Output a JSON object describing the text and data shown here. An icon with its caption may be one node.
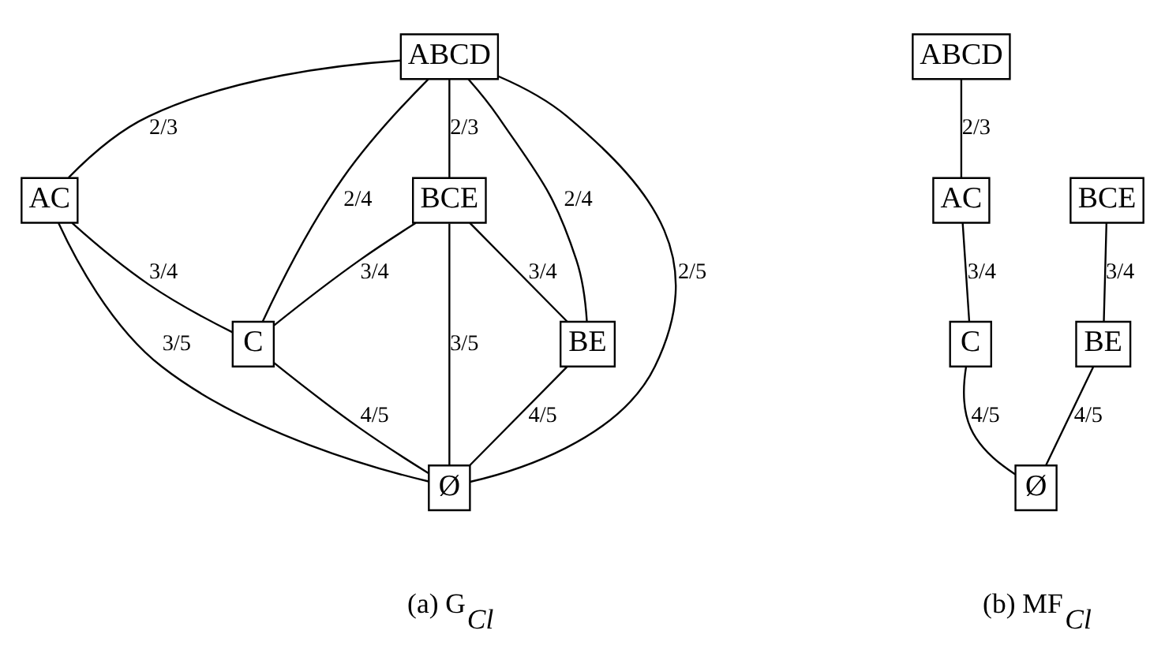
{
  "diagram": {
    "nodes": [
      {
        "text": [
          "ABCD"
        ]
      },
      {
        "text": [
          "AC"
        ]
      },
      {
        "text": [
          "BCE"
        ]
      },
      {
        "text": [
          "C"
        ]
      },
      {
        "text": [
          "BE"
        ]
      },
      {
        "text": [
          "Ø"
        ]
      },
      {
        "text": [
          "ABCD"
        ]
      },
      {
        "text": [
          "AC"
        ]
      },
      {
        "text": [
          "BCE"
        ]
      },
      {
        "text": [
          "C"
        ]
      },
      {
        "text": [
          "BE"
        ]
      },
      {
        "text": [
          "Ø"
        ]
      }
    ],
    "edges": [
      {
        "from": 0,
        "to": 1,
        "arrow": "none",
        "label": "2/3"
      },
      {
        "from": 0,
        "to": 2,
        "arrow": "none",
        "label": "2/3"
      },
      {
        "from": 0,
        "to": 3,
        "arrow": "none",
        "label": "2/4"
      },
      {
        "from": 0,
        "to": 4,
        "arrow": "none",
        "label": "2/4"
      },
      {
        "from": 0,
        "to": 5,
        "arrow": "none",
        "label": "2/5"
      },
      {
        "from": 1,
        "to": 3,
        "arrow": "none",
        "label": "3/4"
      },
      {
        "from": 2,
        "to": 3,
        "arrow": "none",
        "label": "3/4"
      },
      {
        "from": 2,
        "to": 4,
        "arrow": "none",
        "label": "3/4"
      },
      {
        "from": 1,
        "to": 5,
        "arrow": "none",
        "label": "3/5"
      },
      {
        "from": 2,
        "to": 5,
        "arrow": "none",
        "label": "3/5"
      },
      {
        "from": 3,
        "to": 5,
        "arrow": "none",
        "label": "4/5"
      },
      {
        "from": 4,
        "to": 5,
        "arrow": "none",
        "label": "4/5"
      },
      {
        "from": 6,
        "to": 7,
        "arrow": "none",
        "label": "2/3"
      },
      {
        "from": 7,
        "to": 9,
        "arrow": "none",
        "label": "3/4"
      },
      {
        "from": 8,
        "to": 10,
        "arrow": "none",
        "label": "3/4"
      },
      {
        "from": 9,
        "to": 11,
        "arrow": "none",
        "label": "4/5"
      },
      {
        "from": 10,
        "to": 11,
        "arrow": "none",
        "label": "4/5"
      }
    ],
    "labels": [
      "(a) G$_{Cl}$",
      "(b) MF$_{Cl}$"
    ]
  }
}
